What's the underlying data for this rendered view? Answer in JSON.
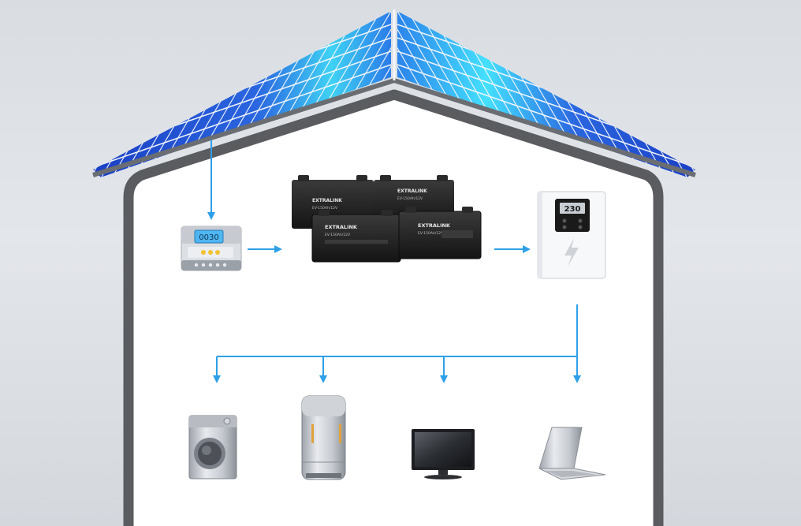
{
  "controller": {
    "display_value": "0030"
  },
  "batteries": {
    "brand": "EXTRALINK",
    "model": "EV-150Ah/12V"
  },
  "inverter": {
    "display_value": "230"
  },
  "colors": {
    "arrow": "#2ea0e8",
    "house_wall": "#5a5c60",
    "panel_blue": "#1e5fd8",
    "panel_glow": "#46e6ff",
    "battery_body": "#1e1e1e"
  },
  "icons": {
    "solar_roof": "solar-panel-roof",
    "charge_controller": "charge-controller",
    "batteries": "battery-bank",
    "inverter": "inverter-lightning",
    "washing_machine": "washing-machine",
    "refrigerator": "refrigerator",
    "tv": "monitor",
    "laptop": "laptop"
  }
}
